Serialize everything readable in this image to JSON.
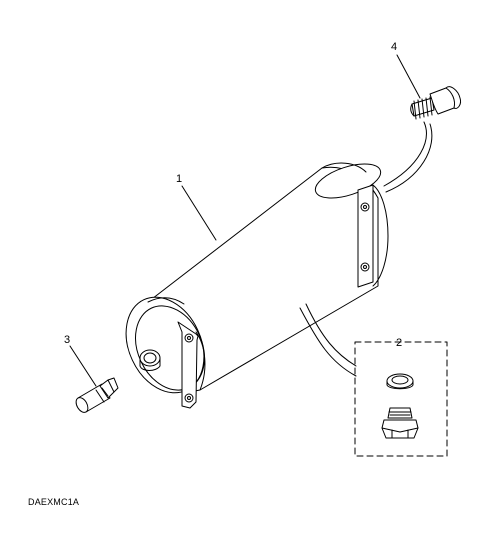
{
  "callouts": {
    "part1": "1",
    "part2": "2",
    "part3": "3",
    "part4": "4"
  },
  "figure_reference": "DAEXMC1A",
  "colors": {
    "line": "#000000",
    "background": "#ffffff"
  }
}
